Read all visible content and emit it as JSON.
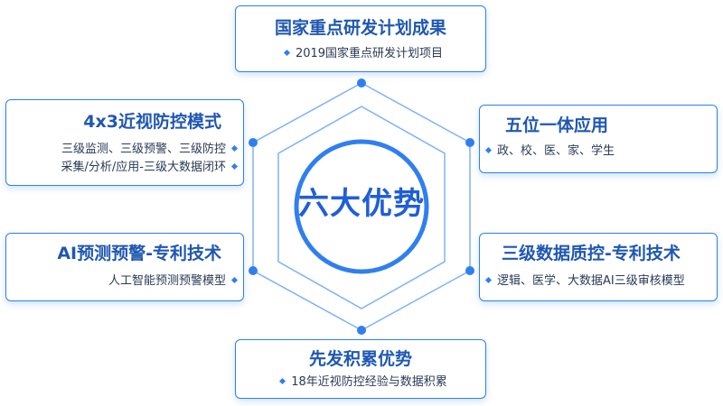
{
  "colors": {
    "accent": "#2f7ff0",
    "title": "#1f57b3",
    "text": "#2a3a56",
    "line": "#7fb2f5"
  },
  "center": {
    "label": "六大优势"
  },
  "cards": {
    "top": {
      "title": "国家重点研发计划成果",
      "lines": [
        "2019国家重点研发计划项目"
      ]
    },
    "left_upper": {
      "title": "4x3近视防控模式",
      "lines": [
        "三级监测、三级预警、三级防控",
        "采集/分析/应用-三级大数据闭环"
      ]
    },
    "right_upper": {
      "title": "五位一体应用",
      "lines": [
        "政、校、医、家、学生"
      ]
    },
    "left_lower": {
      "title": "AI预测预警-专利技术",
      "lines": [
        "人工智能预测预警模型"
      ]
    },
    "right_lower": {
      "title": "三级数据质控-专利技术",
      "lines": [
        "逻辑、医学、大数据AI三级审核模型"
      ]
    },
    "bottom": {
      "title": "先发积累优势",
      "lines": [
        "18年近视防控经验与数据积累"
      ]
    }
  }
}
